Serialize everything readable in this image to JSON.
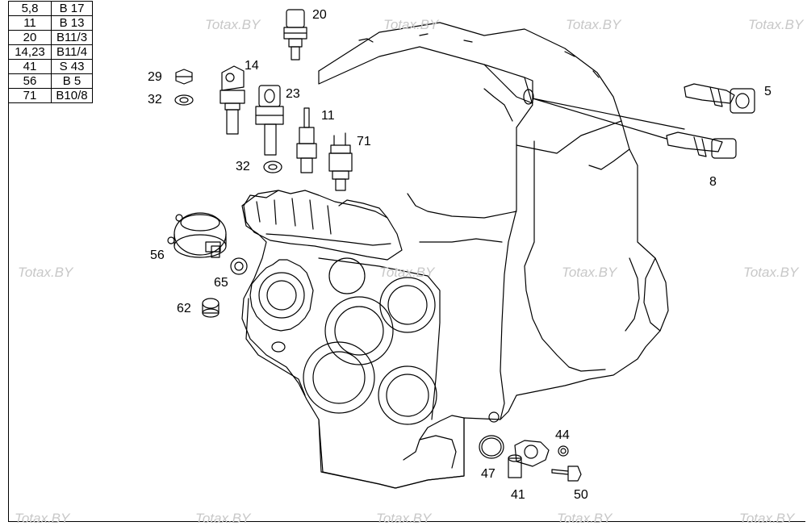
{
  "legend": [
    {
      "ref": "5,8",
      "code": "B 17"
    },
    {
      "ref": "11",
      "code": "B 13"
    },
    {
      "ref": "20",
      "code": "B11/3"
    },
    {
      "ref": "14,23",
      "code": "B11/4"
    },
    {
      "ref": "41",
      "code": "S 43"
    },
    {
      "ref": "56",
      "code": "B 5"
    },
    {
      "ref": "71",
      "code": "B10/8"
    }
  ],
  "callouts": {
    "c20": "20",
    "c14": "14",
    "c29": "29",
    "c32a": "32",
    "c23": "23",
    "c11": "11",
    "c71": "71",
    "c32b": "32",
    "c5": "5",
    "c8": "8",
    "c56": "56",
    "c65": "65",
    "c62": "62",
    "c44": "44",
    "c47": "47",
    "c41": "41",
    "c50": "50"
  },
  "watermark": "Totax.BY"
}
